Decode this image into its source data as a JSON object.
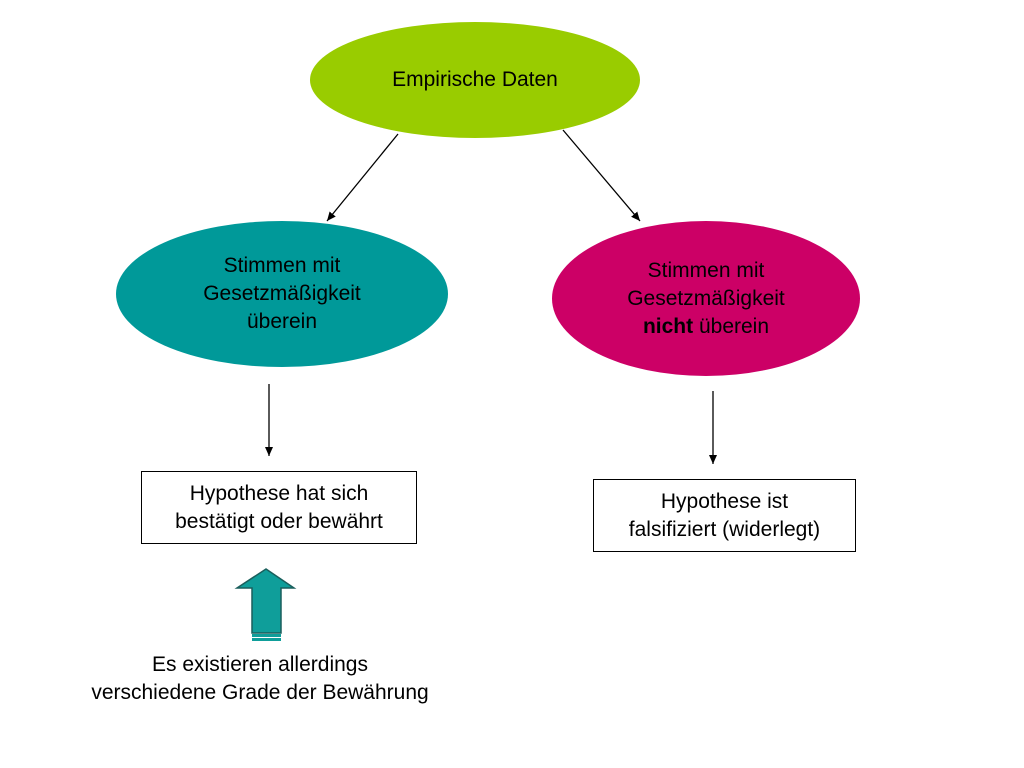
{
  "colors": {
    "top": "#99cc00",
    "left": "#009999",
    "right": "#cc0066",
    "arrow": "#000000",
    "bigArrowFill": "#0f9e9a",
    "bigArrowStroke": "#1a5f5c"
  },
  "nodes": {
    "top": {
      "text": "Empirische Daten"
    },
    "left": {
      "line1": "Stimmen mit",
      "line2": "Gesetzmäßigkeit",
      "line3": "überein"
    },
    "right": {
      "line1": "Stimmen mit",
      "line2": "Gesetzmäßigkeit",
      "bold": "nicht",
      "rest": " überein"
    }
  },
  "boxes": {
    "left": {
      "line1": "Hypothese hat sich",
      "line2": "bestätigt oder bewährt"
    },
    "right": {
      "line1": "Hypothese ist",
      "line2": "falsifiziert (widerlegt)"
    }
  },
  "note": {
    "line1": "Es existieren allerdings",
    "line2": "verschiedene Grade der Bewährung"
  },
  "icons": {
    "big_arrow": "up-arrow-icon"
  }
}
